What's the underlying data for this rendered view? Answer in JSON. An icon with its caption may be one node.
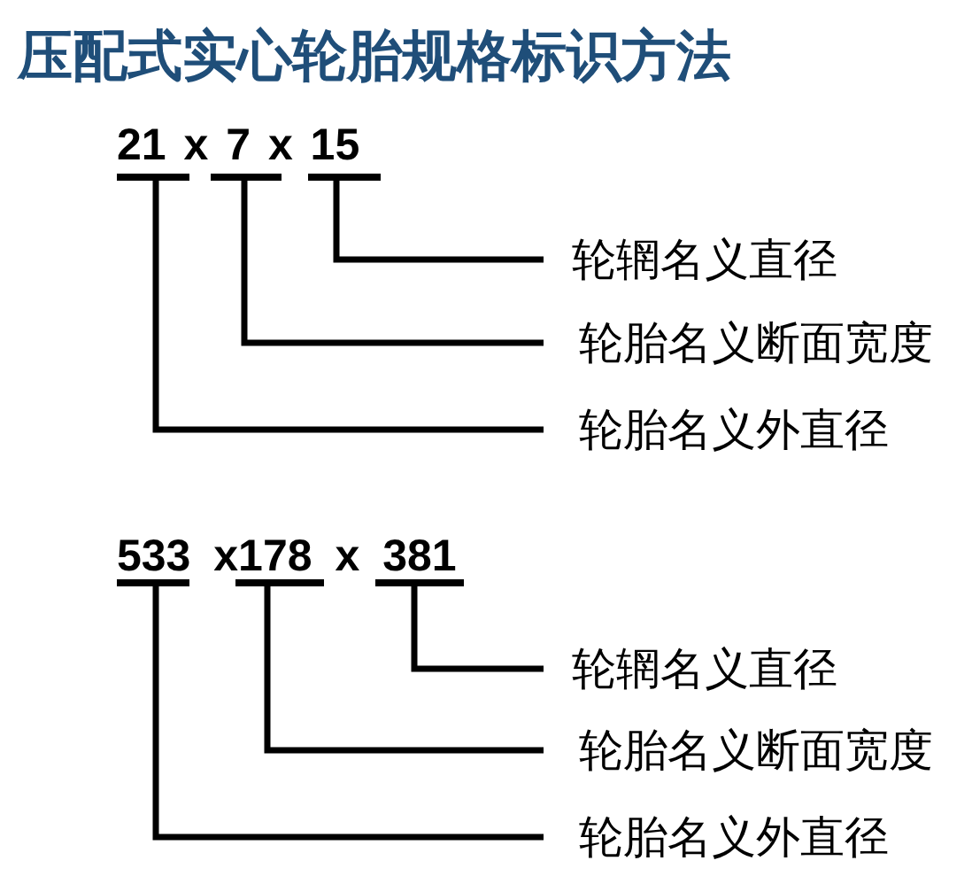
{
  "diagram": {
    "title": "压配式实心轮胎规格标识方法",
    "nodes": [
      {
        "text": [],
        "shape": "bar"
      },
      {
        "text": [],
        "shape": "bar"
      },
      {
        "text": [],
        "shape": "bar"
      },
      {
        "text": [
          "轮辋名义直径"
        ]
      },
      {
        "text": [
          "轮胎名义断面宽度"
        ]
      },
      {
        "text": [
          "轮胎名义外直径"
        ]
      },
      {
        "text": [],
        "shape": "bar"
      },
      {
        "text": [],
        "shape": "bar"
      },
      {
        "text": [],
        "shape": "bar"
      },
      {
        "text": [
          "轮辋名义直径"
        ]
      },
      {
        "text": [
          "轮胎名义断面宽度"
        ]
      },
      {
        "text": [
          "轮胎名义外直径"
        ]
      }
    ],
    "edges": [
      {
        "from": 3,
        "to": 2,
        "arrow": "none"
      },
      {
        "from": 4,
        "to": 1,
        "arrow": "none"
      },
      {
        "from": 5,
        "to": 0,
        "arrow": "none"
      },
      {
        "from": 9,
        "to": 8,
        "arrow": "none"
      },
      {
        "from": 10,
        "to": 7,
        "arrow": "none"
      },
      {
        "from": 11,
        "to": 6,
        "arrow": "none"
      }
    ],
    "labels": [
      "21 x 7 x 15",
      "533 x178 x 381"
    ]
  }
}
